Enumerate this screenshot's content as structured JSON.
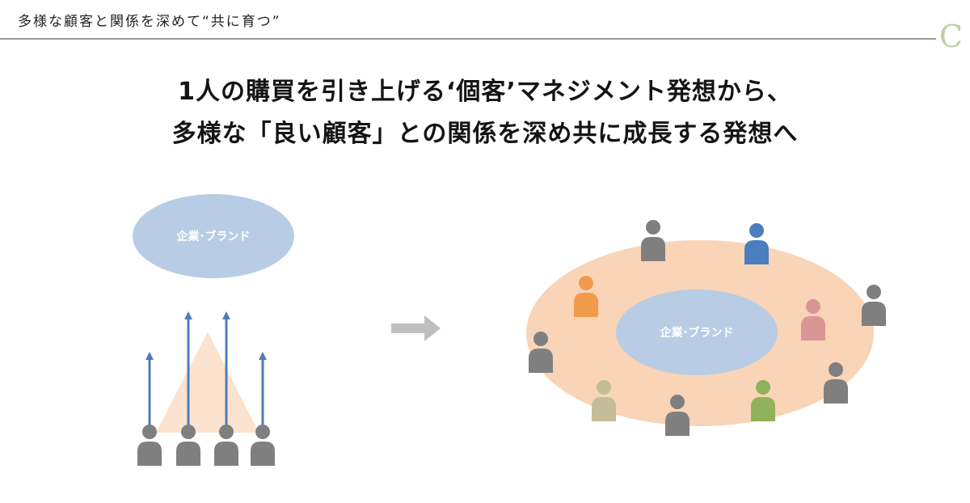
{
  "header": {
    "title": "多様な顧客と関係を深めて“共に育つ”",
    "logo_letter": "C"
  },
  "main_title": {
    "line1": "1人の購買を引き上げる‘個客’マネジメント発想から、",
    "line2": "多様な「良い顧客」との関係を深め共に成長する発想へ"
  },
  "left_diagram": {
    "brand_label": "企業･ブランド",
    "brand_color": "#b8cde5",
    "triangle_color": "#fbe3cf",
    "arrow_color": "#4f7cb8",
    "person_color": "#7f7f7f",
    "person_count": 4,
    "arrows": [
      "short",
      "tall",
      "tall",
      "short"
    ]
  },
  "transition_arrow": {
    "color": "#bfbfbf",
    "icon": "right-arrow-icon"
  },
  "right_diagram": {
    "brand_label": "企業･ブランド",
    "brand_color": "#b8cde5",
    "circle_color": "#f9d4b7",
    "people": [
      {
        "color": "#7f7f7f"
      },
      {
        "color": "#4a7ebf"
      },
      {
        "color": "#f39b4c"
      },
      {
        "color": "#7f7f7f"
      },
      {
        "color": "#d99694"
      },
      {
        "color": "#7f7f7f"
      },
      {
        "color": "#7f7f7f"
      },
      {
        "color": "#c4bd97"
      },
      {
        "color": "#7f7f7f"
      },
      {
        "color": "#90b25a"
      }
    ]
  }
}
